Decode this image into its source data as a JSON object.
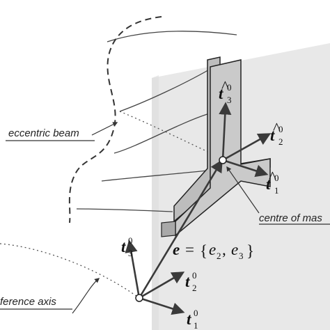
{
  "labels": {
    "eccentric_beam": "eccentric beam",
    "reference_axis": "ference axis",
    "centre_of_mass": "centre of mas",
    "e_vector": "e",
    "e_equals": "=",
    "e_open": "{",
    "e_close": "}",
    "e_sym": "e",
    "e_sub_2": "2",
    "e_sub_3": "3",
    "comma": ","
  },
  "vectors": {
    "t_symbol": "t",
    "sup_0": "0",
    "hat": "^",
    "t1_sub": "1",
    "t2_sub": "2",
    "t3_sub": "3"
  },
  "colors": {
    "plane_fill": "#e6e6e6",
    "section_fill": "#c7c7c7",
    "arrow": "#3a3a3a",
    "beam_line": "#444444",
    "dotted": "#555555"
  }
}
